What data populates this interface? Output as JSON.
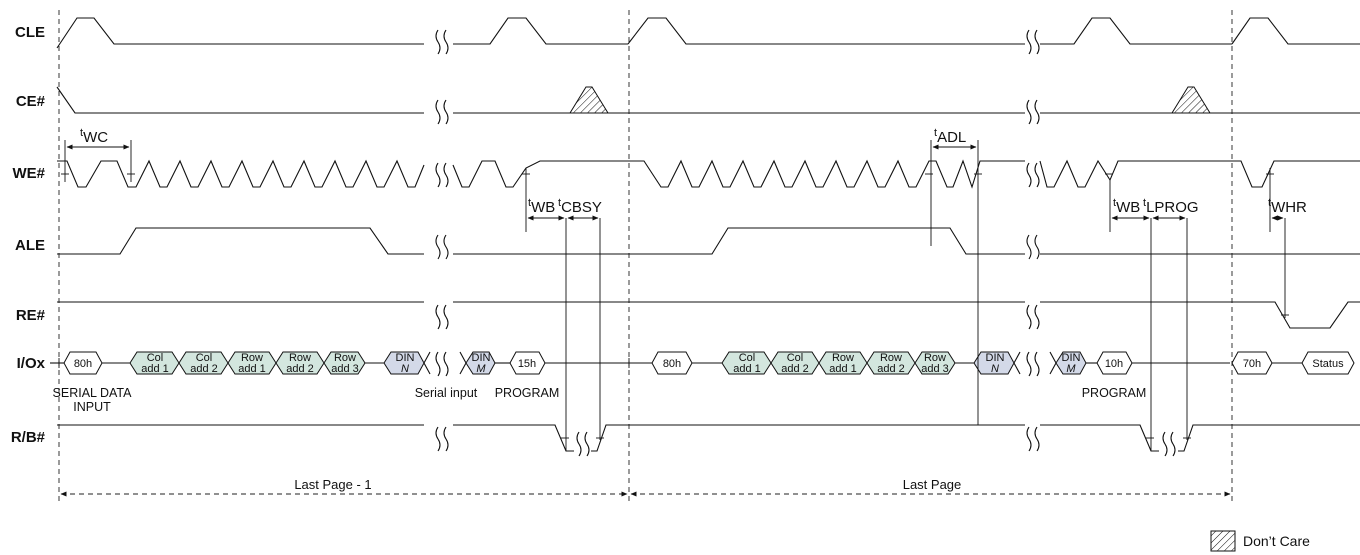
{
  "signals": [
    {
      "id": "cle",
      "label": "CLE"
    },
    {
      "id": "ce",
      "label": "CE#"
    },
    {
      "id": "we",
      "label": "WE#"
    },
    {
      "id": "ale",
      "label": "ALE"
    },
    {
      "id": "re",
      "label": "RE#"
    },
    {
      "id": "io",
      "label": "I/Ox"
    },
    {
      "id": "rb",
      "label": "R/B#"
    }
  ],
  "timing": {
    "twc": {
      "main": "t",
      "sub": "WC"
    },
    "twb1": {
      "main": "t",
      "sub": "WB"
    },
    "tcbsy": {
      "main": "t",
      "sub": "CBSY"
    },
    "tadl": {
      "main": "t",
      "sub": "ADL"
    },
    "twb2": {
      "main": "t",
      "sub": "WB"
    },
    "tlprog": {
      "main": "t",
      "sub": "LPROG"
    },
    "twhr": {
      "main": "t",
      "sub": "WHR"
    }
  },
  "bus": {
    "cmd1": "80h",
    "cmd2": "15h",
    "cmd3": "80h",
    "cmd4": "10h",
    "cmd5": "70h",
    "status": "Status",
    "col1": [
      "Col",
      "add 1"
    ],
    "col2": [
      "Col",
      "add 2"
    ],
    "row1": [
      "Row",
      "add 1"
    ],
    "row2": [
      "Row",
      "add 2"
    ],
    "row3": [
      "Row",
      "add 3"
    ],
    "din_main": "DIN",
    "din_n": "N",
    "din_m": "M"
  },
  "captions": {
    "serial_data": "SERIAL DATA",
    "input": "INPUT",
    "serial_input": "Serial input",
    "program1": "PROGRAM",
    "program2": "PROGRAM"
  },
  "spans": {
    "first": "Last Page - 1",
    "second": "Last Page"
  },
  "legend": {
    "dont_care": "Don’t Care"
  },
  "colors": {
    "address_fill": "#d3e6de",
    "data_fill": "#d3d9e8",
    "line": "#111111"
  }
}
